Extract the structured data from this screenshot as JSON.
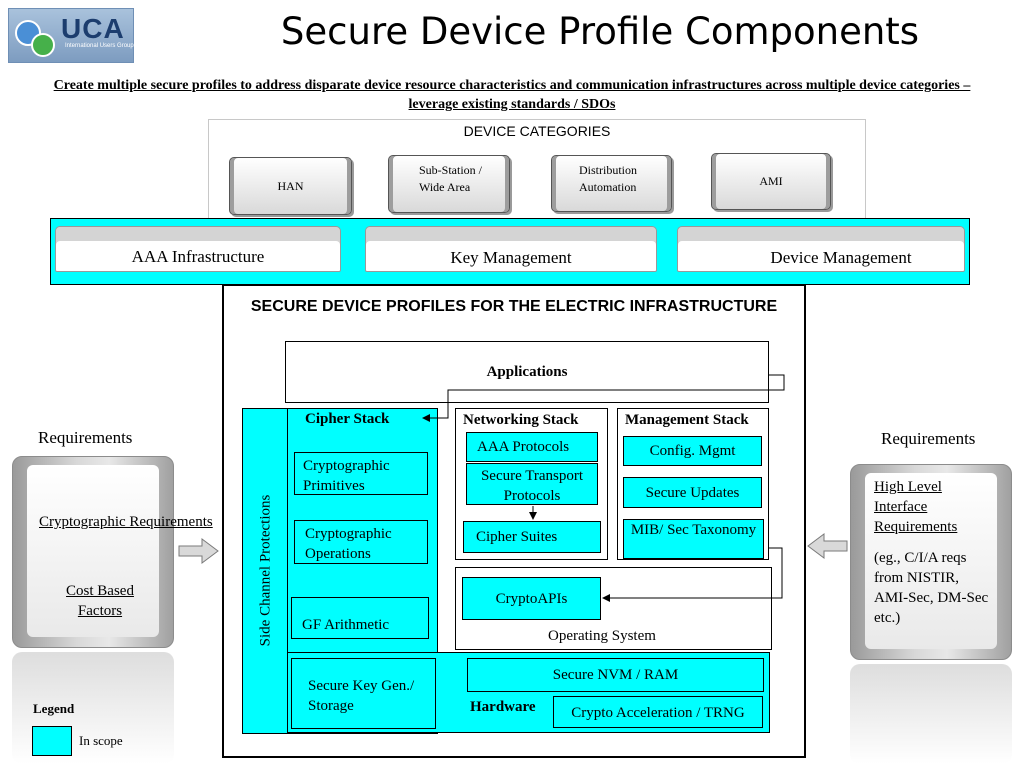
{
  "logo": {
    "wordmark": "UCA",
    "subtext": "International Users Group"
  },
  "title": "Secure Device Profile Components",
  "subtitle": "Create multiple secure profiles to address disparate device resource characteristics and communication infrastructures across multiple device categories – leverage existing standards / SDOs",
  "device_categories": {
    "title": "DEVICE CATEGORIES",
    "items": [
      "HAN",
      "Sub-Station / Wide Area",
      "Distribution Automation",
      "AMI"
    ]
  },
  "infrastructure": [
    "AAA Infrastructure",
    "Key Management",
    "Device Management"
  ],
  "profile": {
    "title": "SECURE DEVICE PROFILES FOR THE ELECTRIC INFRASTRUCTURE",
    "applications": "Applications",
    "side_channel": "Side Channel Protections",
    "cipher_stack": {
      "title": "Cipher Stack",
      "items": [
        "Cryptographic Primitives",
        "Cryptographic Operations",
        "GF Arithmetic"
      ]
    },
    "networking_stack": {
      "title": "Networking Stack",
      "items": [
        "AAA Protocols",
        "Secure Transport Protocols",
        "Cipher Suites"
      ]
    },
    "management_stack": {
      "title": "Management Stack",
      "items": [
        "Config. Mgmt",
        "Secure Updates",
        "MIB/ Sec Taxonomy"
      ]
    },
    "operating_system": {
      "label": "Operating System",
      "crypto_apis": "CryptoAPIs"
    },
    "hardware": {
      "label": "Hardware",
      "secure_key": "Secure Key Gen./ Storage",
      "nvm": "Secure NVM / RAM",
      "accel": "Crypto Acceleration / TRNG"
    }
  },
  "left_requirements": {
    "title": "Requirements",
    "items": [
      "Cryptographic Requirements",
      "Cost Based Factors"
    ]
  },
  "right_requirements": {
    "title": "Requirements",
    "heading": "High Level Interface Requirements",
    "note": "(eg., C/I/A reqs from NISTIR, AMI-Sec, DM-Sec etc.)"
  },
  "legend": {
    "title": "Legend",
    "in_scope": "In scope"
  },
  "colors": {
    "in_scope": "#00ffff",
    "panel_grey": "#c8c8c8"
  }
}
